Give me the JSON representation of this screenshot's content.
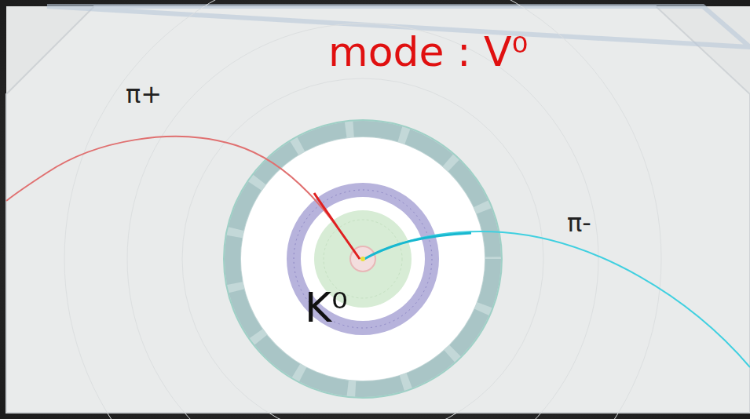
{
  "diagram": {
    "labels": [
      "mode : V⁰",
      "π+",
      "π-",
      "K⁰"
    ]
  }
}
